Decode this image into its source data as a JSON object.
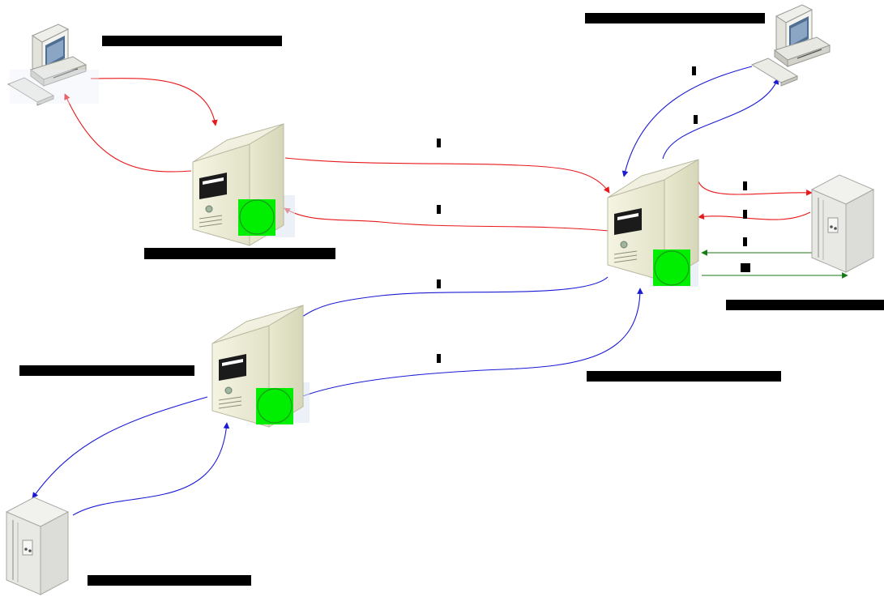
{
  "diagram": {
    "colors": {
      "request_flow": "#e8191c",
      "reply_flow": "#1a1ad6",
      "sync_flow": "#1a7a1a",
      "status_indicator": "#00ee00",
      "label_redaction": "#000000"
    },
    "nodes": [
      {
        "id": "client-workstation-left",
        "kind": "workstation",
        "icon": "desktop-computer-icon",
        "label": "",
        "label_redacted": true
      },
      {
        "id": "client-workstation-right",
        "kind": "workstation",
        "icon": "desktop-computer-icon",
        "label": "",
        "label_redacted": true
      },
      {
        "id": "server-upper-left",
        "kind": "tower-server",
        "icon": "tower-server-icon",
        "status": "green",
        "label": "",
        "label_redacted": true
      },
      {
        "id": "server-central-right",
        "kind": "tower-server",
        "icon": "tower-server-icon",
        "status": "green",
        "label": "",
        "label_redacted": true
      },
      {
        "id": "server-lower-left",
        "kind": "tower-server",
        "icon": "tower-server-icon",
        "status": "green",
        "label": "",
        "label_redacted": true
      },
      {
        "id": "rack-server-right",
        "kind": "rack-server",
        "icon": "rack-server-icon",
        "label": "",
        "label_redacted": true
      },
      {
        "id": "rack-server-bottom-left",
        "kind": "rack-server",
        "icon": "rack-server-icon",
        "label": "",
        "label_redacted": true
      }
    ],
    "edges": [
      {
        "from": "client-workstation-left",
        "to": "server-upper-left",
        "color": "red"
      },
      {
        "from": "server-upper-left",
        "to": "client-workstation-left",
        "color": "red"
      },
      {
        "from": "server-upper-left",
        "to": "server-central-right",
        "color": "red",
        "step_label_redacted": true
      },
      {
        "from": "server-central-right",
        "to": "server-upper-left",
        "color": "red",
        "step_label_redacted": true
      },
      {
        "from": "client-workstation-right",
        "to": "server-central-right",
        "color": "blue",
        "step_label_redacted": true
      },
      {
        "from": "server-central-right",
        "to": "client-workstation-right",
        "color": "blue",
        "step_label_redacted": true
      },
      {
        "from": "server-central-right",
        "to": "rack-server-right",
        "color": "red",
        "step_label_redacted": true
      },
      {
        "from": "rack-server-right",
        "to": "server-central-right",
        "color": "red",
        "step_label_redacted": true
      },
      {
        "from": "rack-server-right",
        "to": "server-central-right",
        "color": "green",
        "step_label_redacted": true
      },
      {
        "from": "server-central-right",
        "to": "rack-server-right",
        "color": "green",
        "step_label_redacted": true
      },
      {
        "from": "server-central-right",
        "to": "server-lower-left",
        "color": "blue",
        "step_label_redacted": true
      },
      {
        "from": "server-lower-left",
        "to": "server-central-right",
        "color": "blue",
        "step_label_redacted": true
      },
      {
        "from": "server-lower-left",
        "to": "rack-server-bottom-left",
        "color": "blue"
      },
      {
        "from": "rack-server-bottom-left",
        "to": "server-lower-left",
        "color": "blue"
      }
    ]
  }
}
